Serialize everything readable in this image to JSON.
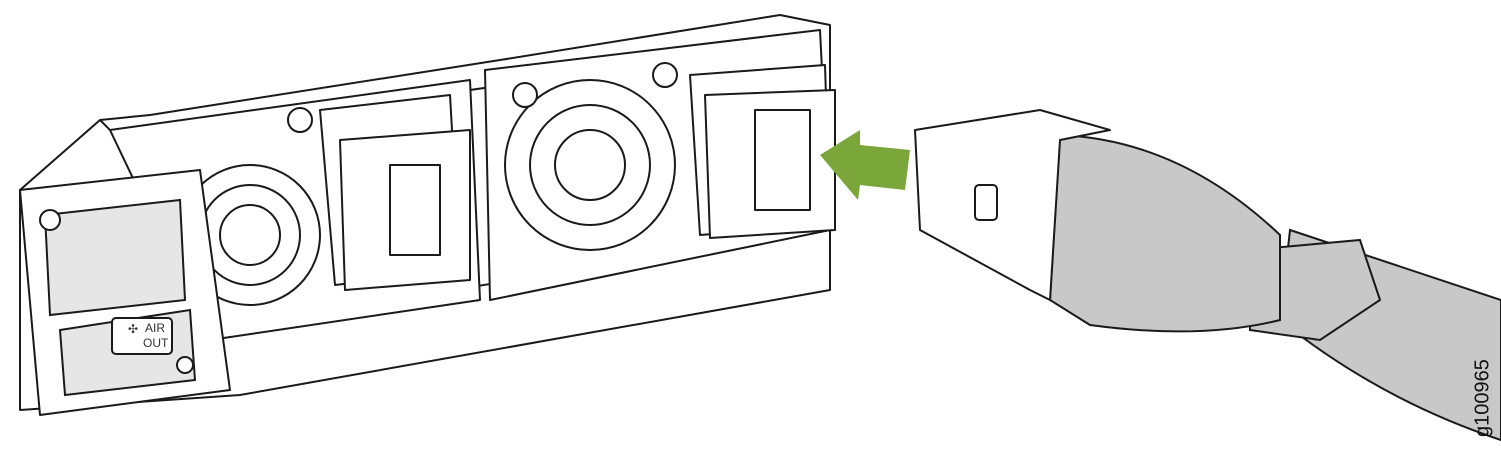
{
  "figure_id": "g100965",
  "label": {
    "line1": "AIR",
    "line2": "OUT"
  },
  "colors": {
    "arrow": "#7aa63a",
    "cable": "#c8c8c8",
    "line": "#1a1a1a"
  }
}
